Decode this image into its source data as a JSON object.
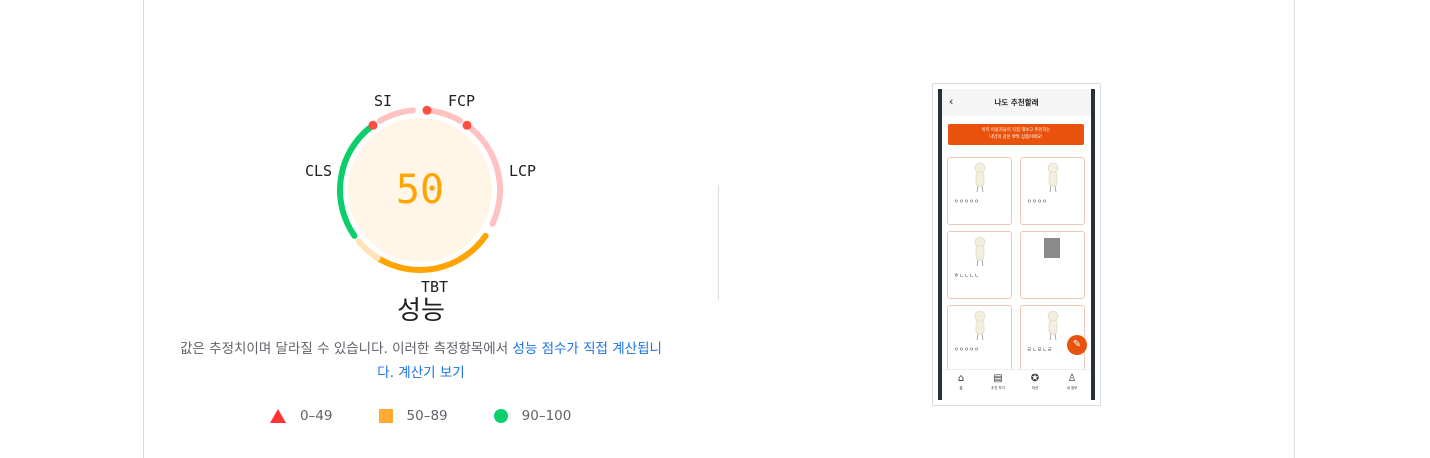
{
  "gauge": {
    "score": "50",
    "title": "성능",
    "metrics": {
      "si": "SI",
      "fcp": "FCP",
      "lcp": "LCP",
      "tbt": "TBT",
      "cls": "CLS"
    },
    "colors": {
      "score_text": "#ffa400",
      "fill_bg": "#fff6e8",
      "pass": "#0cce6b",
      "average": "#ffa400",
      "fail": "#ff4e42",
      "fail_light": "#ffc2c2",
      "average_light": "#ffe3b8"
    }
  },
  "description": {
    "text": "값은 추정치이며 달라질 수 있습니다. 이러한 측정항목에서 ",
    "link1": "성능 점수가 직접 계산됩니다",
    "sep": ". ",
    "link2": "계산기 보기"
  },
  "legend": [
    {
      "range": "0–49",
      "shape": "triangle",
      "color": "#ff3333"
    },
    {
      "range": "50–89",
      "shape": "square",
      "color": "#ffaa33"
    },
    {
      "range": "90–100",
      "shape": "circle",
      "color": "#0cce6b"
    }
  ],
  "screenshot": {
    "back_icon": "chevron-left-icon",
    "title": "나도 추천할래",
    "banner_line1": "이미 이용자들이 직접 해보고 추천하는",
    "banner_line2": "나만의 감성 뽀짝 상품이에요!",
    "cards": [
      {
        "caption": "ㅇㅇㅇㅇㅇ",
        "type": "figure"
      },
      {
        "caption": "ㅇㅇㅇㅇ",
        "type": "figure"
      },
      {
        "caption": "ㅎㄴㄴㄴㄴ",
        "type": "figure"
      },
      {
        "caption": "",
        "type": "photo"
      },
      {
        "caption": "ㅇㅇㅇㅇㅇ",
        "type": "figure"
      },
      {
        "caption": "ㄹㄴㄹㄴㄹ",
        "type": "figure"
      }
    ],
    "fab_icon": "pencil-icon",
    "nav": [
      {
        "icon": "home-icon",
        "label": "홈"
      },
      {
        "icon": "book-icon",
        "label": "추천 보기"
      },
      {
        "icon": "badge-icon",
        "label": "미션"
      },
      {
        "icon": "user-icon",
        "label": "내 정보"
      }
    ],
    "accent": "#e8520c"
  }
}
